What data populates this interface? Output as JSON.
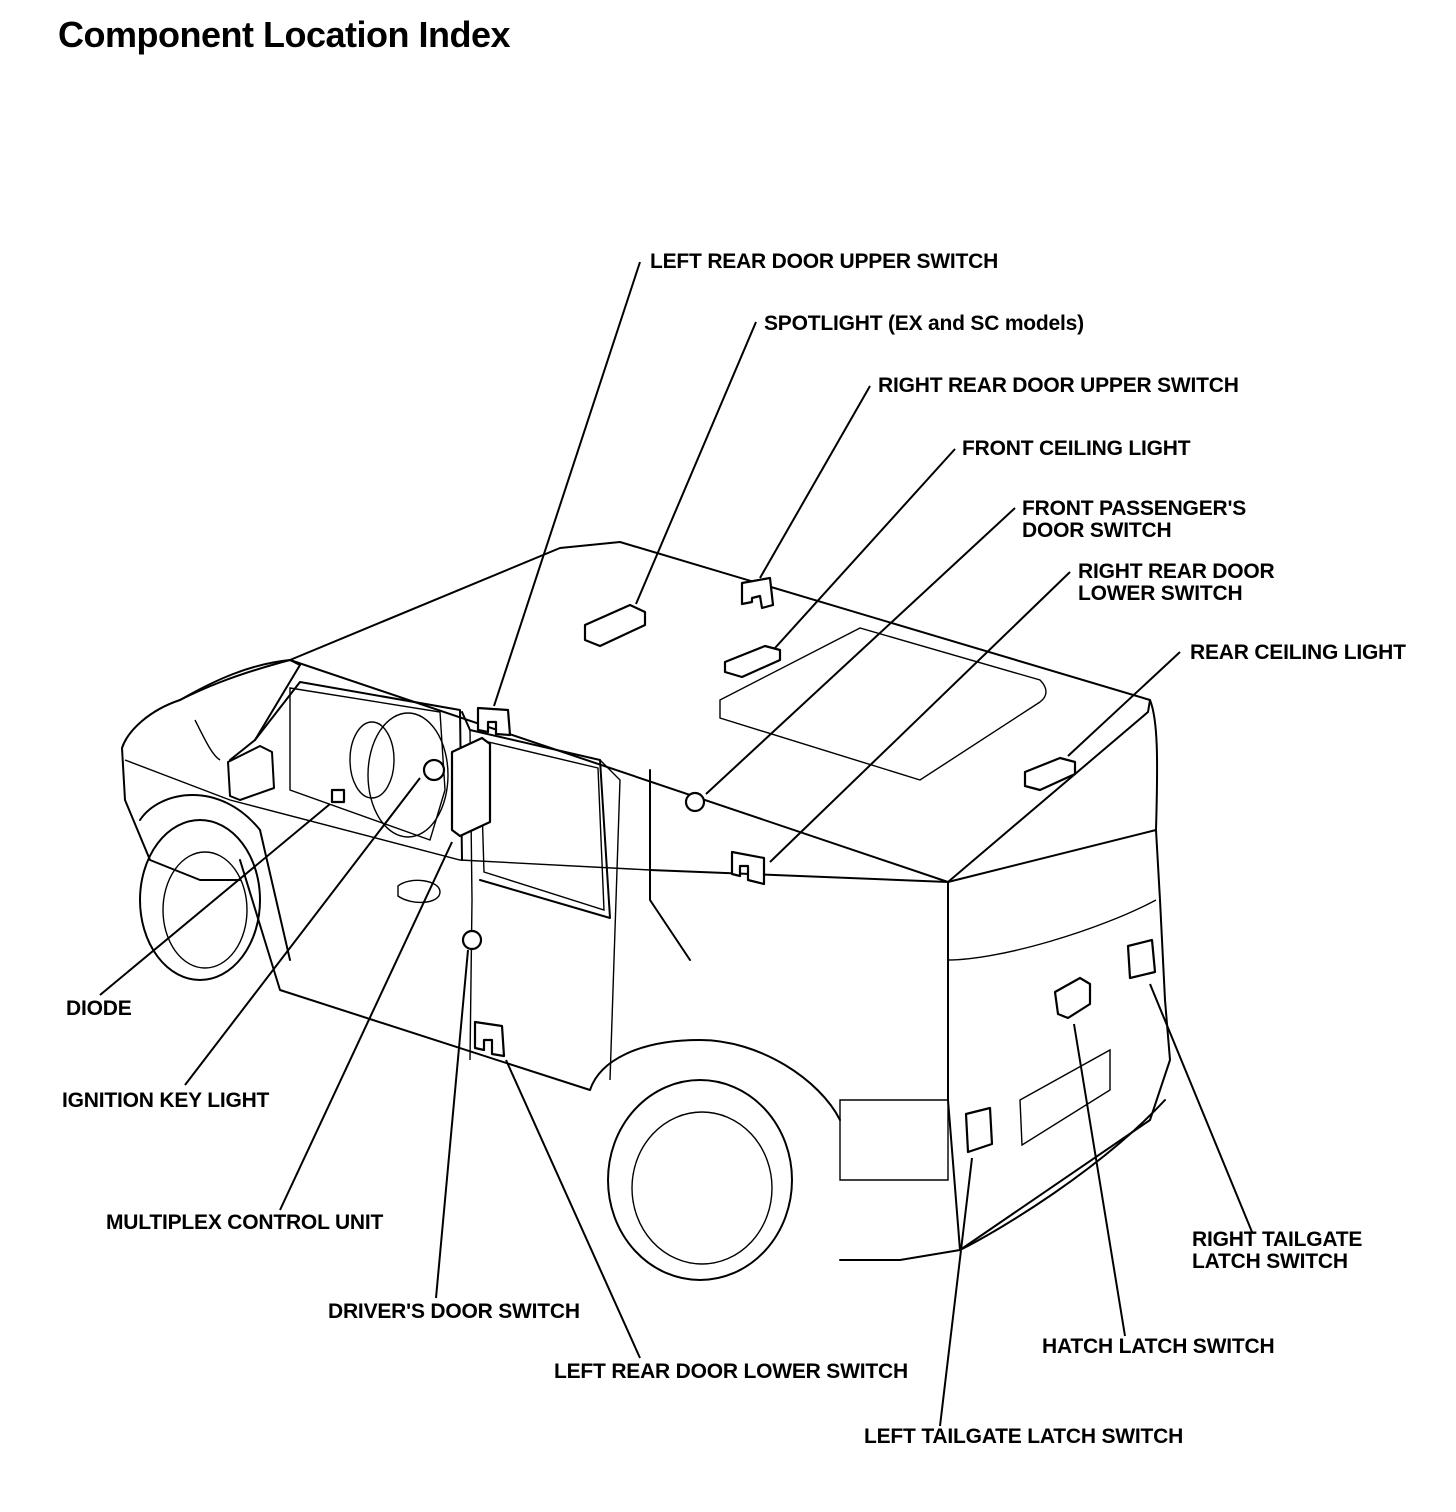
{
  "title": "Component Location Index",
  "labels": {
    "left_rear_door_upper_switch": "LEFT REAR DOOR UPPER SWITCH",
    "spotlight": "SPOTLIGHT (EX and SC models)",
    "right_rear_door_upper_switch": "RIGHT REAR DOOR UPPER SWITCH",
    "front_ceiling_light": "FRONT CEILING LIGHT",
    "front_passengers_door_switch": [
      "FRONT PASSENGER'S",
      "DOOR SWITCH"
    ],
    "right_rear_door_lower_switch": [
      "RIGHT REAR DOOR",
      "LOWER SWITCH"
    ],
    "rear_ceiling_light": "REAR CEILING LIGHT",
    "diode": "DIODE",
    "ignition_key_light": "IGNITION KEY LIGHT",
    "multiplex_control_unit": "MULTIPLEX CONTROL UNIT",
    "drivers_door_switch": "DRIVER'S DOOR SWITCH",
    "left_rear_door_lower_switch": "LEFT REAR DOOR LOWER SWITCH",
    "right_tailgate_latch_switch": [
      "RIGHT TAILGATE",
      "LATCH SWITCH"
    ],
    "hatch_latch_switch": "HATCH LATCH SWITCH",
    "left_tailgate_latch_switch": "LEFT TAILGATE LATCH SWITCH"
  }
}
